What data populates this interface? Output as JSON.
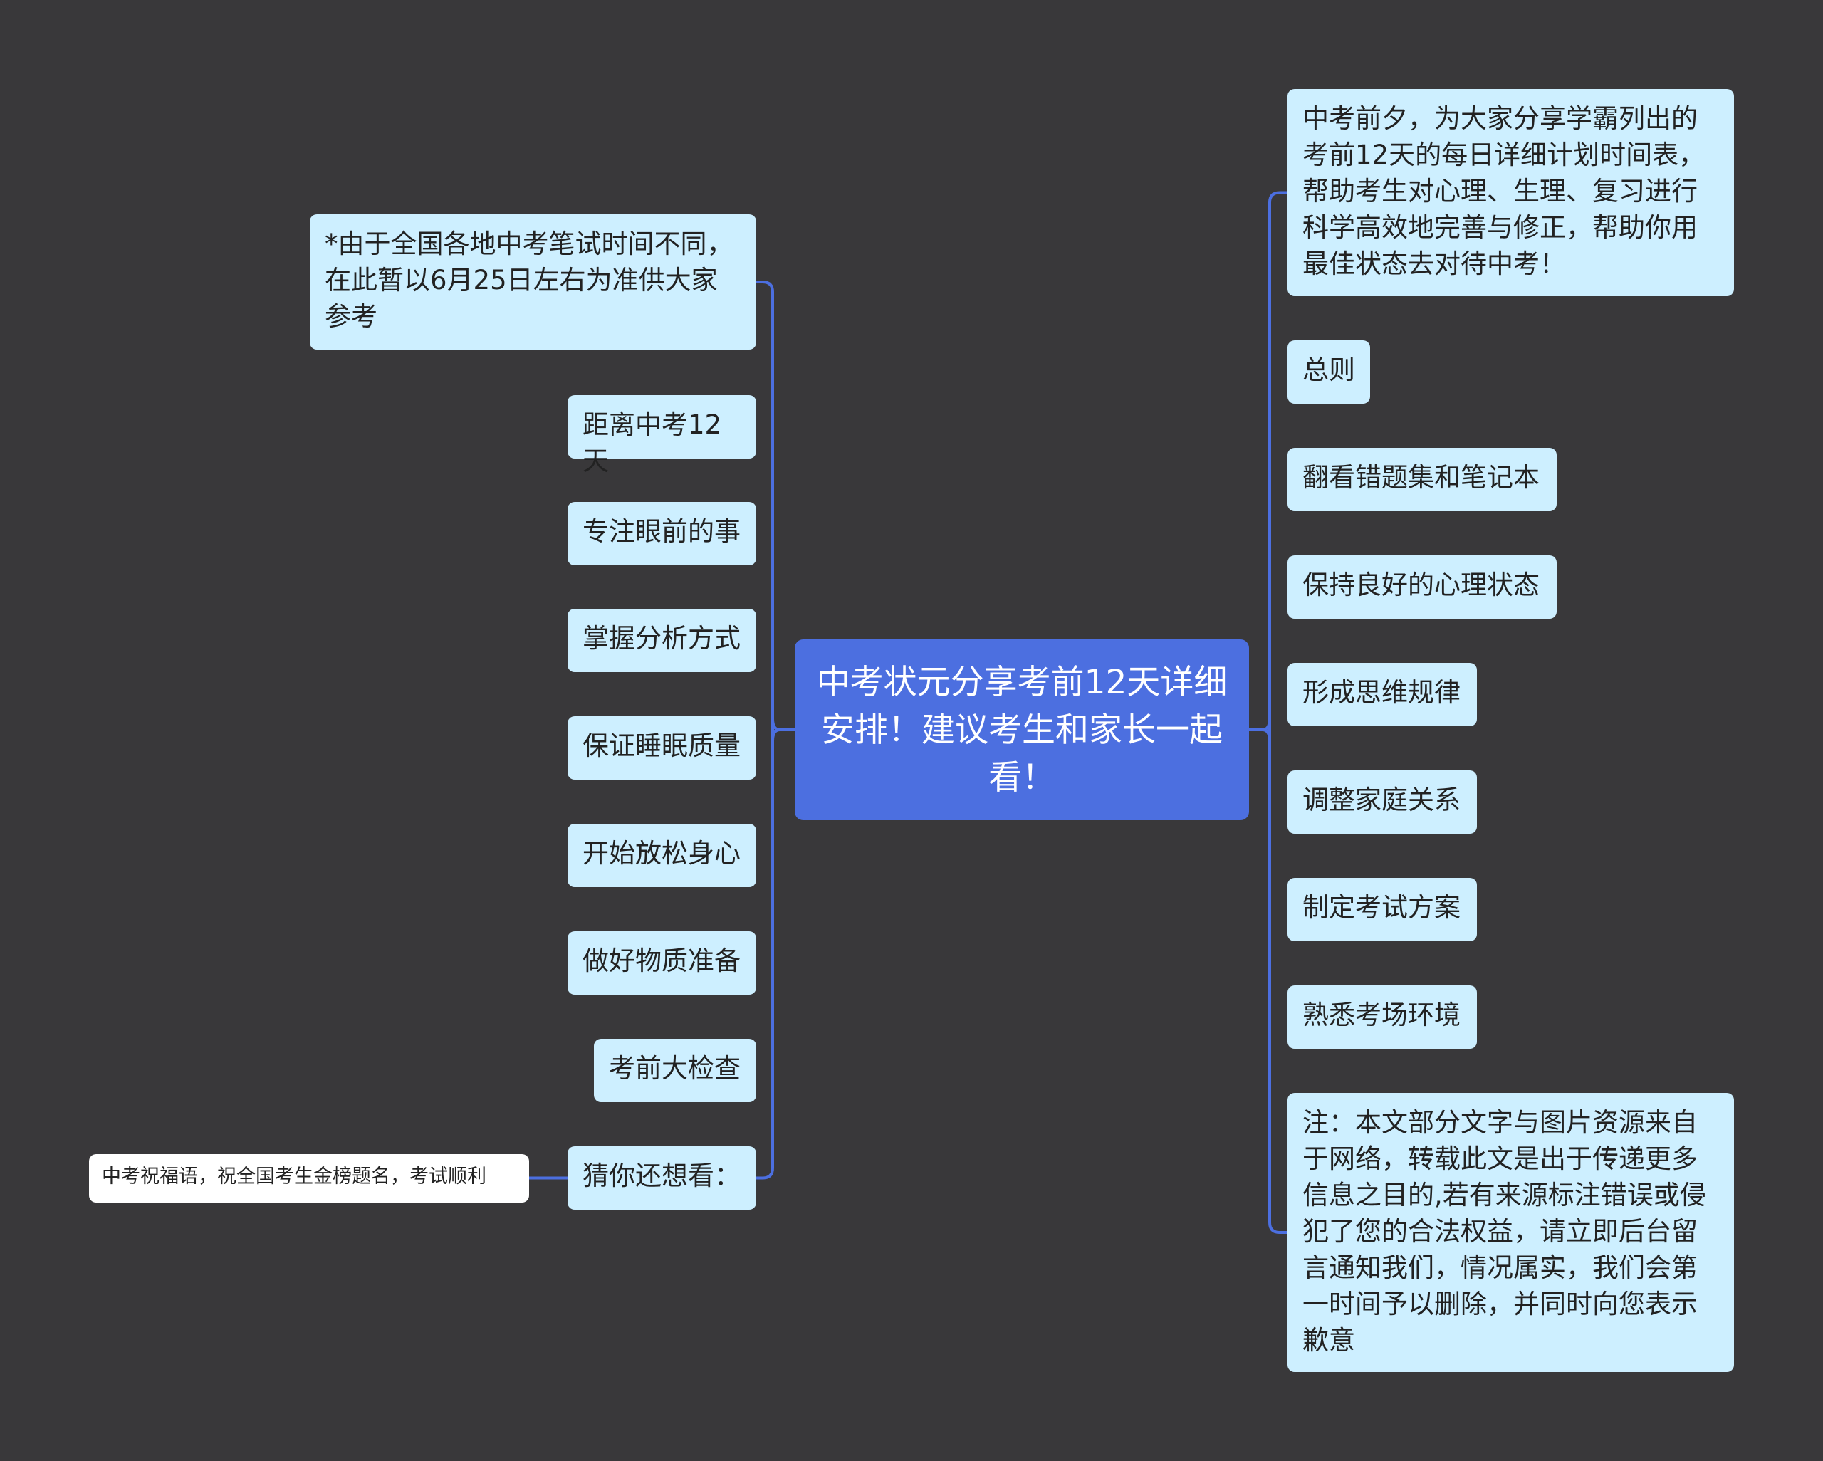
{
  "center": {
    "title": "中考状元分享考前12天详细安排！建议考生和家长一起看！"
  },
  "left_nodes": [
    {
      "label": "*由于全国各地中考笔试时间不同，在此暂以6月25日左右为准供大家参考"
    },
    {
      "label": "距离中考12天"
    },
    {
      "label": "专注眼前的事"
    },
    {
      "label": "掌握分析方式"
    },
    {
      "label": "保证睡眠质量"
    },
    {
      "label": "开始放松身心"
    },
    {
      "label": "做好物质准备"
    },
    {
      "label": "考前大检查"
    },
    {
      "label": "猜你还想看：",
      "child": "中考祝福语，祝全国考生金榜题名，考试顺利"
    }
  ],
  "right_nodes": [
    {
      "label": "中考前夕，为大家分享学霸列出的考前12天的每日详细计划时间表，帮助考生对心理、生理、复习进行科学高效地完善与修正，帮助你用最佳状态去对待中考！"
    },
    {
      "label": "总则"
    },
    {
      "label": "翻看错题集和笔记本"
    },
    {
      "label": "保持良好的心理状态"
    },
    {
      "label": "形成思维规律"
    },
    {
      "label": "调整家庭关系"
    },
    {
      "label": "制定考试方案"
    },
    {
      "label": "熟悉考场环境"
    },
    {
      "label": "注：本文部分文字与图片资源来自于网络，转载此文是出于传递更多信息之目的,若有来源标注错误或侵犯了您的合法权益，请立即后台留言通知我们，情况属实，我们会第一时间予以删除，并同时向您表示歉意"
    }
  ],
  "colors": {
    "background": "#39383a",
    "center_fill": "#4c6fe0",
    "node_fill": "#cdefff",
    "leaf_fill": "#ffffff",
    "connector": "#4c6fe0"
  }
}
